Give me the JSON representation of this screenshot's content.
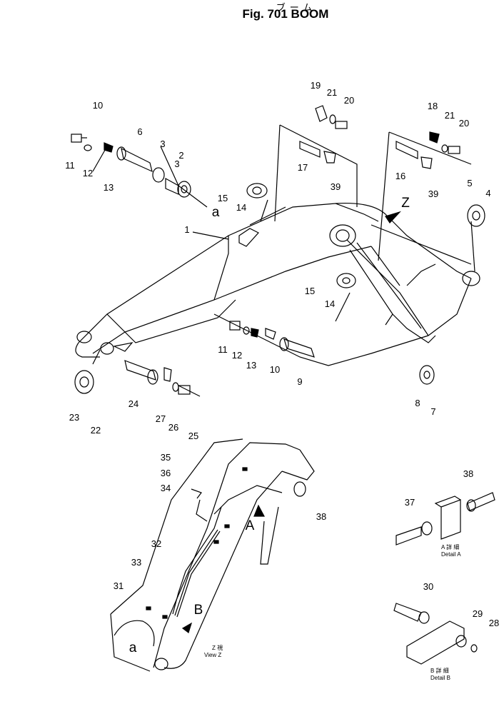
{
  "title_jp": "ブーム",
  "title": "Fig. 701  BOOM",
  "labels": [
    "1",
    "2",
    "3",
    "3",
    "4",
    "5",
    "6",
    "7",
    "8",
    "9",
    "10",
    "10",
    "11",
    "11",
    "12",
    "12",
    "13",
    "13",
    "14",
    "14",
    "15",
    "15",
    "16",
    "17",
    "18",
    "19",
    "20",
    "20",
    "21",
    "21",
    "22",
    "23",
    "24",
    "25",
    "26",
    "27",
    "28",
    "29",
    "30",
    "31",
    "32",
    "33",
    "34",
    "35",
    "36",
    "37",
    "38",
    "38",
    "39",
    "39"
  ],
  "letters": {
    "a_top": "a",
    "a_bottom": "a",
    "z": "Z",
    "a_arrow": "A",
    "b_arrow": "B"
  },
  "captions": {
    "view_z_jp": "Z 視",
    "view_z": "View Z",
    "detail_a_jp": "A 詳 細",
    "detail_a": "Detail A",
    "detail_b_jp": "B 詳 細",
    "detail_b": "Detail B"
  }
}
